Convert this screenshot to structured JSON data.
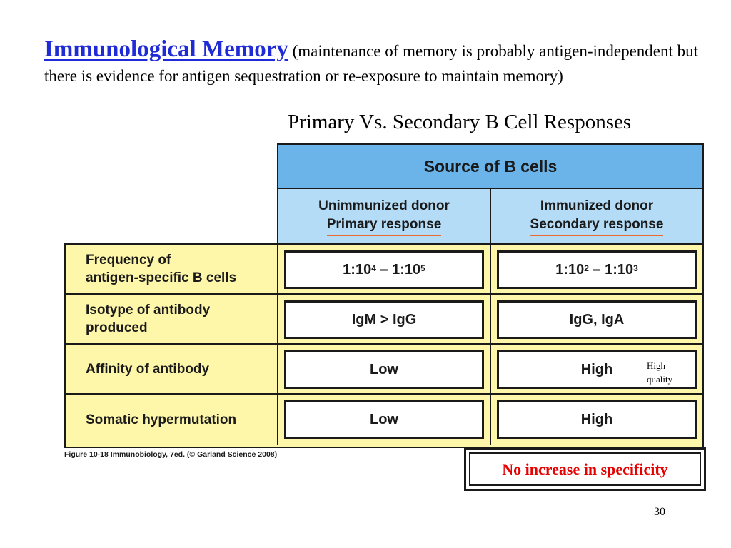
{
  "slide": {
    "title": "Immunological Memory",
    "title_note": " (maintenance of memory is probably antigen-independent but there is evidence for antigen sequestration or re-exposure to maintain memory)",
    "table_heading": "Primary Vs. Secondary B Cell Responses",
    "page_number": "30"
  },
  "table": {
    "source_header": "Source of B cells",
    "columns": [
      {
        "donor": "Unimmunized donor",
        "response": "Primary response"
      },
      {
        "donor": "Immunized donor",
        "response": "Secondary response"
      }
    ],
    "rows": [
      {
        "label_line1": "Frequency of",
        "label_line2": "antigen-specific B cells",
        "primary": "",
        "secondary": ""
      },
      {
        "label_line1": "Isotype of antibody",
        "label_line2": "produced",
        "primary": "IgM > IgG",
        "secondary": "IgG, IgA"
      },
      {
        "label_line1": "Affinity of antibody",
        "label_line2": "",
        "primary": "Low",
        "secondary": "High"
      },
      {
        "label_line1": "Somatic hypermutation",
        "label_line2": "",
        "primary": "Low",
        "secondary": "High"
      }
    ],
    "frequency": {
      "primary": {
        "base1": "1:10",
        "exp1": "4",
        "sep": " – ",
        "base2": "1:10",
        "exp2": "5"
      },
      "secondary": {
        "base1": "1:10",
        "exp1": "2",
        "sep": " – ",
        "base2": "1:10",
        "exp2": "3"
      }
    }
  },
  "annotations": {
    "high_quality_line1": "High",
    "high_quality_line2": "quality",
    "no_increase": "No increase in specificity"
  },
  "caption": "Figure 10-18  Immunobiology, 7ed. (© Garland Science 2008)",
  "colors": {
    "title_blue": "#1f2bd6",
    "header_blue": "#6ab4ea",
    "subheader_blue": "#b4dcf7",
    "body_yellow": "#fef6a8",
    "underline_orange": "#ea6b2c",
    "note_red": "#e60000"
  }
}
